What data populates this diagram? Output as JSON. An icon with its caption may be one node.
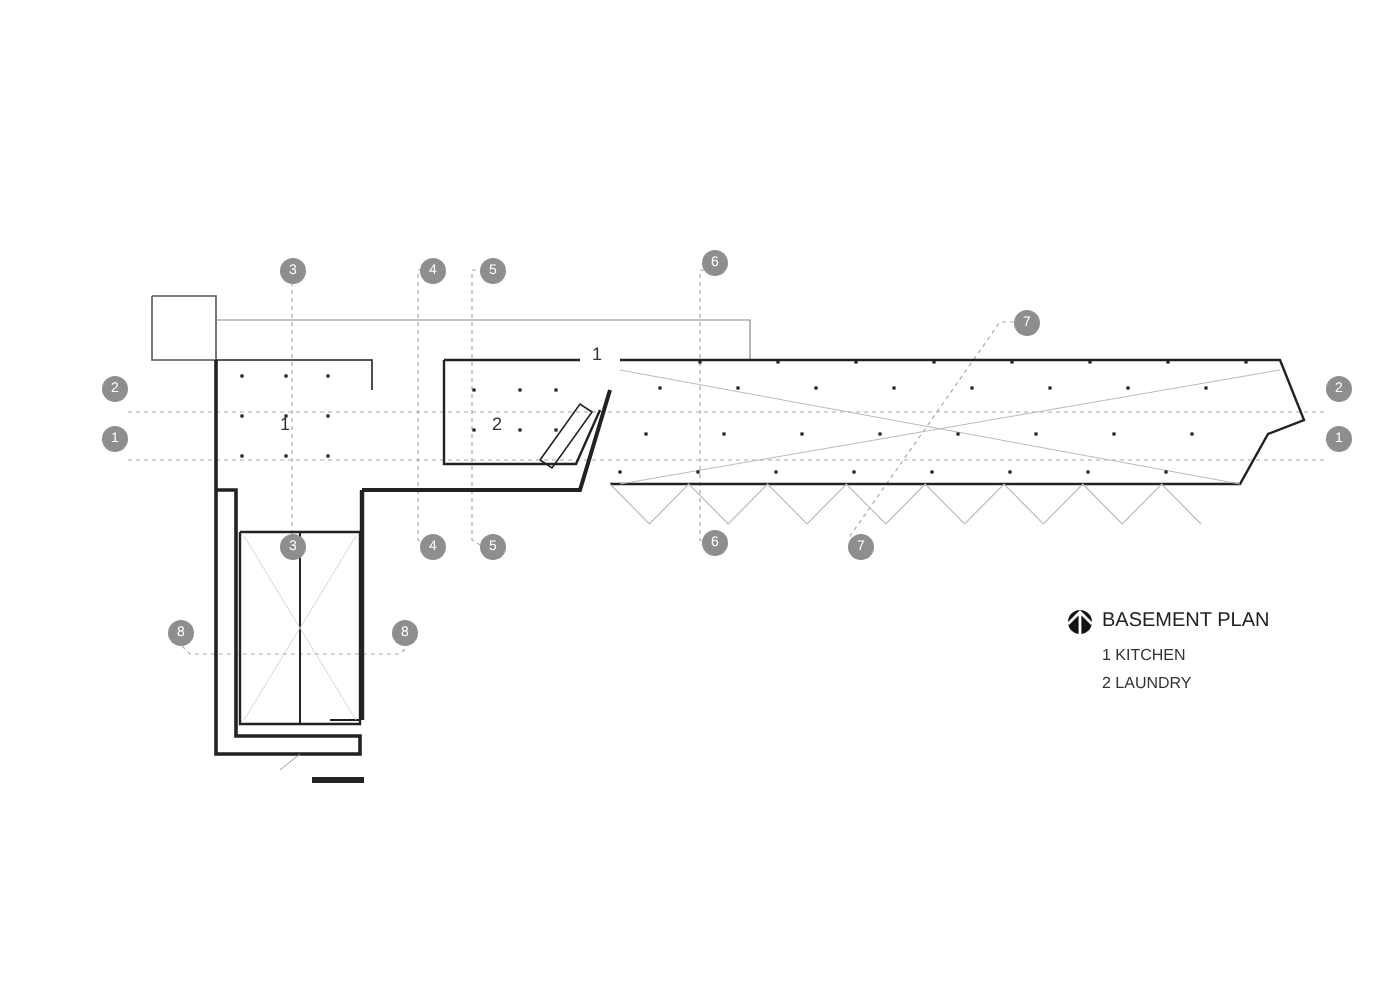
{
  "diagram": {
    "title": "BASEMENT PLAN",
    "labels": [
      "3",
      "4",
      "5",
      "6",
      "7",
      "1",
      "2",
      "2",
      "1",
      "2",
      "1",
      "1",
      "3",
      "4",
      "5",
      "6",
      "7",
      "8",
      "8",
      "1 KITCHEN",
      "2 LAUNDRY"
    ]
  }
}
